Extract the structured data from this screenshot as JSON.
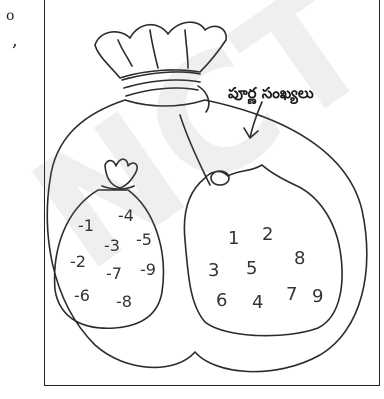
{
  "marks": {
    "tick": "o",
    "comma": ","
  },
  "diagram": {
    "label": "పూర్ణ సంఖ్యలు",
    "negative_bag_numbers": [
      "-1",
      "-4",
      "-3",
      "-5",
      "-2",
      "-7",
      "-9",
      "-6",
      "-8"
    ],
    "positive_bag_numbers": [
      "1",
      "2",
      "3",
      "5",
      "8",
      "6",
      "4",
      "7",
      "9"
    ]
  },
  "colors": {
    "ink": "#222222",
    "watermark": "#bdbdbd"
  }
}
